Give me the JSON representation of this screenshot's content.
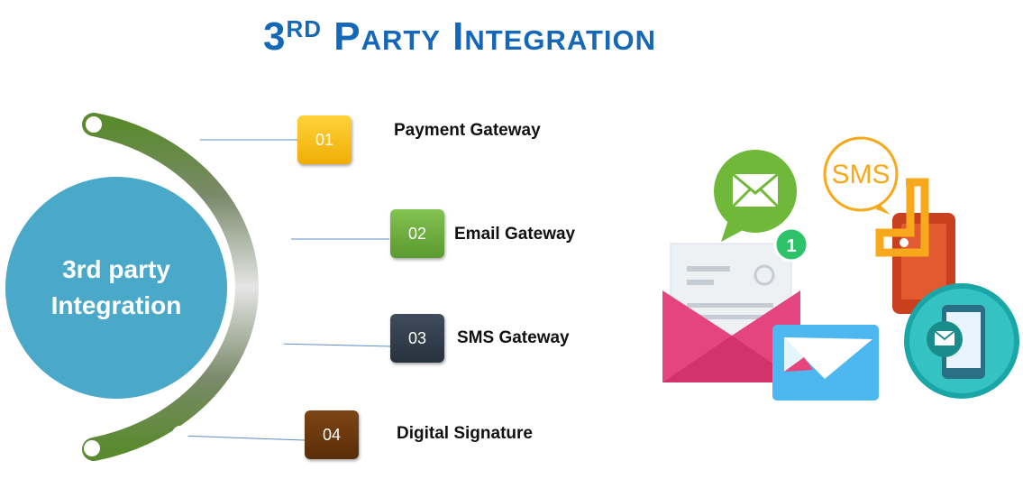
{
  "title": {
    "main": "3",
    "sup": "RD",
    "rest": " Party Integration"
  },
  "hub": {
    "line1": "3rd party",
    "line2": "Integration"
  },
  "items": [
    {
      "number": "01",
      "label": "Payment Gateway",
      "color": "#f4b913"
    },
    {
      "number": "02",
      "label": "Email Gateway",
      "color": "#6fae3f"
    },
    {
      "number": "03",
      "label": "SMS Gateway",
      "color": "#34404f"
    },
    {
      "number": "04",
      "label": "Digital Signature",
      "color": "#6e3a0f"
    }
  ],
  "illustration": {
    "sms_bubble_text": "SMS",
    "notification_count": "1",
    "icons": [
      "chat-bubble-mail-icon",
      "open-envelope-icon",
      "sms-bubble-icon",
      "mobile-phone-icon",
      "mail-icon",
      "smartphone-message-icon"
    ]
  },
  "colors": {
    "title": "#1568b8",
    "hub": "#4aa8c8",
    "arc_green": "#5a8a2e",
    "envelope_pink": "#e5457f",
    "mail_blue": "#4db8f0",
    "sms_orange": "#f7a81b",
    "phone_red": "#c9401e",
    "teal": "#1aa6a6"
  }
}
